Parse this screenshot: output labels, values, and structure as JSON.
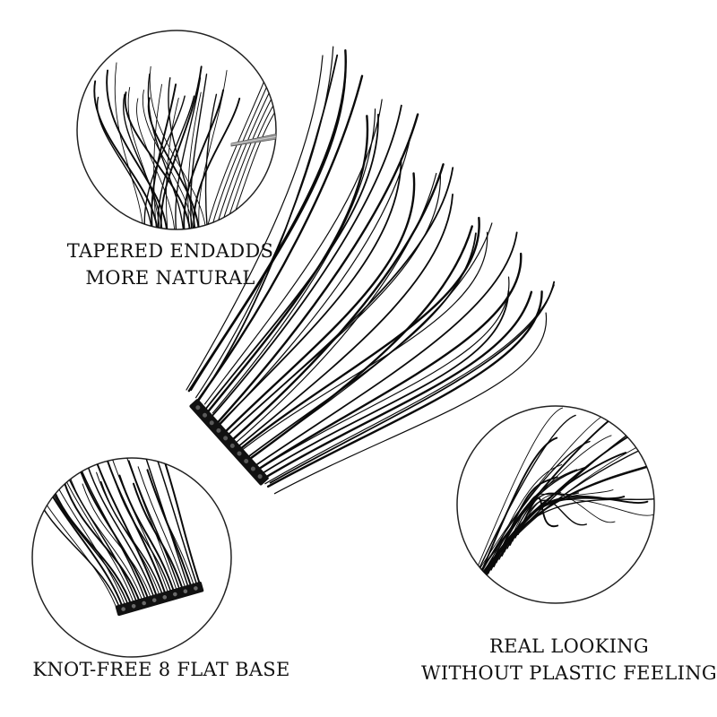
{
  "callouts": {
    "tapered_end": {
      "line1": "TAPERED ENDADDS",
      "line2": "MORE NATURAL"
    },
    "knot_free": {
      "line1": "KNOT-FREE 8 FLAT BASE"
    },
    "real_looking": {
      "line1": "REAL LOOKING",
      "line2": "WITHOUT PLASTIC FEELING"
    }
  },
  "colors": {
    "lash": "#0a0a0a",
    "circle_border": "#222222",
    "background": "#ffffff"
  },
  "icons": {
    "tweezer": "tweezer-icon"
  }
}
